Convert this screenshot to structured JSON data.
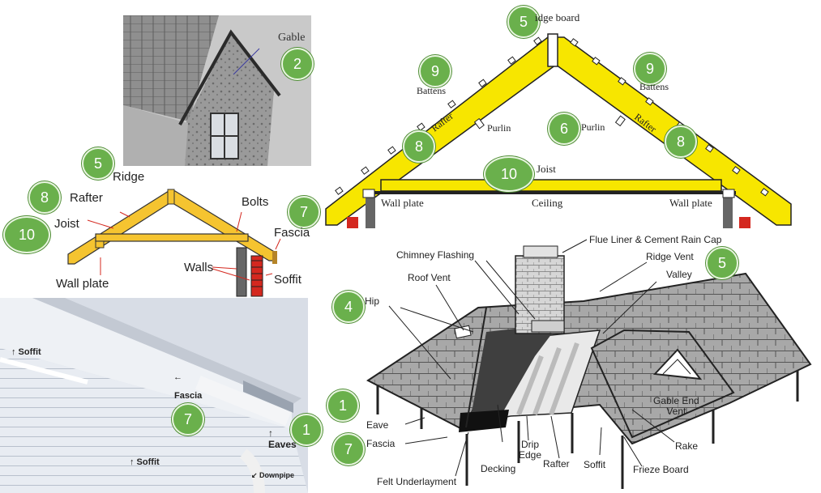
{
  "gable_panel": {
    "label": "Gable",
    "badge": "2"
  },
  "truss_panel": {
    "labels": {
      "ridge_board": "idge board",
      "battens_left": "Battens",
      "battens_right": "Battens",
      "purlin_left": "Purlin",
      "purlin_right": "Purlin",
      "rafter_left": "Rafter",
      "rafter_right": "Rafter",
      "joist": "Joist",
      "wall_plate_left": "Wall plate",
      "wall_plate_right": "Wall plate",
      "ceiling": "Ceiling"
    },
    "badges": {
      "ridge": "5",
      "battens_left": "9",
      "battens_right": "9",
      "purlin": "6",
      "rafter_left": "8",
      "rafter_right": "8",
      "joist": "10"
    }
  },
  "small_truss_panel": {
    "labels": {
      "ridge": "Ridge",
      "rafter": "Rafter",
      "joist": "Joist",
      "bolts": "Bolts",
      "fascia": "Fascia",
      "walls": "Walls",
      "soffit": "Soffit",
      "wall_plate": "Wall plate"
    },
    "badges": {
      "ridge": "5",
      "rafter": "8",
      "joist": "10",
      "fascia": "7"
    }
  },
  "photo_panel": {
    "labels": {
      "soffit_top": "↑ Soffit",
      "fascia_arrow": "←",
      "fascia": "Fascia",
      "eaves": "↑\nEaves",
      "soffit_bottom": "↑ Soffit",
      "downpipe": "↙ Downpipe"
    },
    "badges": {
      "fascia": "7",
      "eaves": "1"
    }
  },
  "hip_roof_panel": {
    "labels": {
      "flue_liner": "Flue Liner & Cement Rain Cap",
      "chimney_flashing": "Chimney Flashing",
      "ridge_vent": "Ridge Vent",
      "roof_vent": "Roof Vent",
      "valley": "Valley",
      "hip": "Hip",
      "gable_end_vent": "Gable End\nVent",
      "eave": "Eave",
      "fascia": "Fascia",
      "drip_edge": "Drip\nEdge",
      "rafter": "Rafter",
      "decking": "Decking",
      "soffit": "Soffit",
      "frieze_board": "Frieze Board",
      "rake": "Rake",
      "felt_underlayment": "Felt Underlayment"
    },
    "badges": {
      "ridge_vent": "5",
      "hip": "4",
      "eave": "1",
      "fascia": "7"
    }
  },
  "colors": {
    "badge_green": "#6ab04c",
    "timber_yellow": "#f7e600",
    "timber_orange": "#f5c430",
    "brick_red": "#d4281f"
  }
}
